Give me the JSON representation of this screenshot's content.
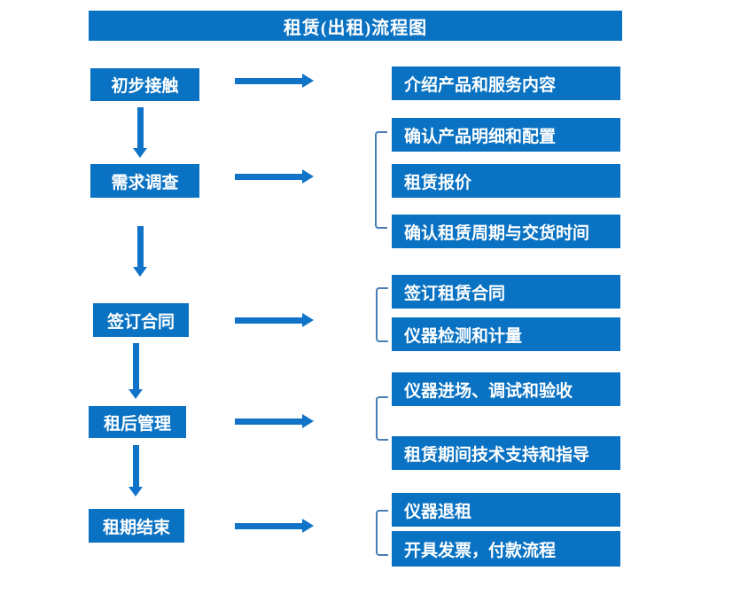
{
  "title": "租赁(出租)流程图",
  "colors": {
    "box_blue": "#0a72c2",
    "arrow_blue": "#1173c8",
    "bracket_blue": "#4a7eb5",
    "text": "#ffffff",
    "background": "#ffffff"
  },
  "steps": [
    {
      "label": "初步接触",
      "outputs": [
        "介绍产品和服务内容"
      ]
    },
    {
      "label": "需求调查",
      "outputs": [
        "确认产品明细和配置",
        "租赁报价",
        "确认租赁周期与交货时间"
      ]
    },
    {
      "label": "签订合同",
      "outputs": [
        "签订租赁合同",
        "仪器检测和计量"
      ]
    },
    {
      "label": "租后管理",
      "outputs": [
        "仪器进场、调试和验收",
        "租赁期间技术支持和指导"
      ]
    },
    {
      "label": "租期结束",
      "outputs": [
        "仪器退租",
        "开具发票，付款流程"
      ]
    }
  ]
}
